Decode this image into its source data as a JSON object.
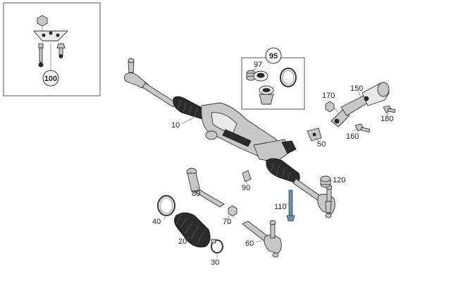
{
  "callouts": {
    "p100": "100",
    "p95": "95",
    "p97": "97",
    "p10": "10",
    "p170": "170",
    "p150": "150",
    "p180": "180",
    "p160": "160",
    "p50": "50",
    "p90": "90",
    "p120": "120",
    "p80": "80",
    "p110": "110",
    "p40": "40",
    "p70": "70",
    "p20": "20",
    "p60": "60",
    "p30": "30"
  }
}
